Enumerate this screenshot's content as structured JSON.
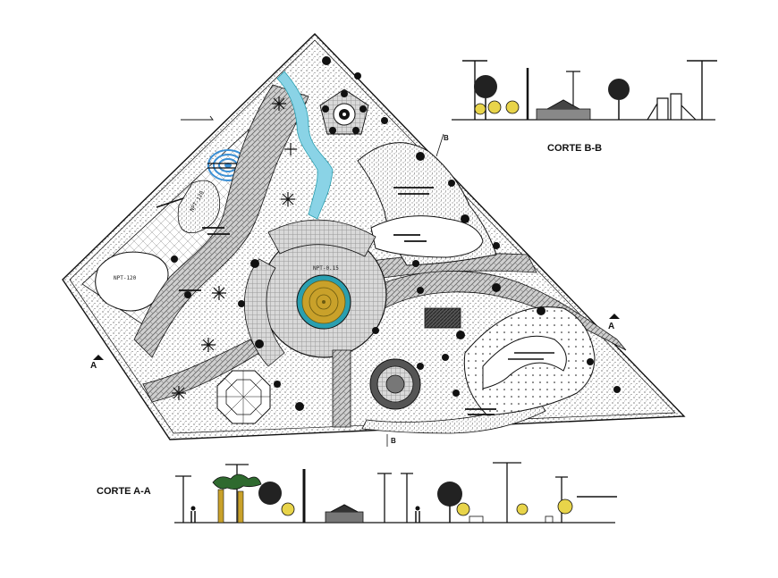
{
  "plan": {
    "section_labels": {
      "corte_aa": "CORTE A-A",
      "corte_bb": "CORTE B-B"
    },
    "section_markers": {
      "a": "A",
      "b": "B"
    },
    "level_labels": {
      "npt_120": "NPT-120",
      "npt_120_b": "NPT-120",
      "npt_center": "NPT-0.15"
    }
  },
  "colors": {
    "line": "#111111",
    "water": "#8ad3e6",
    "fountain_ring": "#2a9fb0",
    "fountain_gold": "#c9a12a",
    "spiral": "#3b8fd4",
    "tree_yellow": "#e8d44a"
  }
}
